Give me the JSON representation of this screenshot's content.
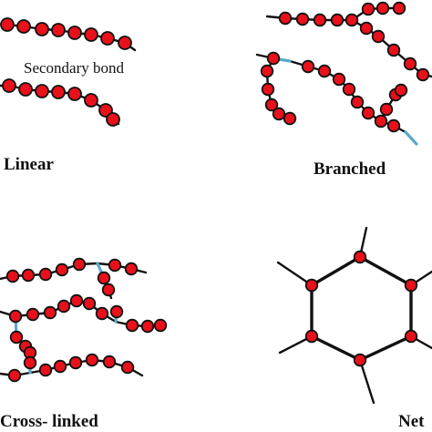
{
  "labels": {
    "linear": "Linear",
    "secondary_bond": "Secondary bond",
    "branched": "Branched",
    "cross_linked": "Cross- linked",
    "network": "Net"
  },
  "colors": {
    "bead_fill": "#e8101a",
    "bond": "#5aa9c9",
    "line": "#111111",
    "background": "#ffffff"
  }
}
